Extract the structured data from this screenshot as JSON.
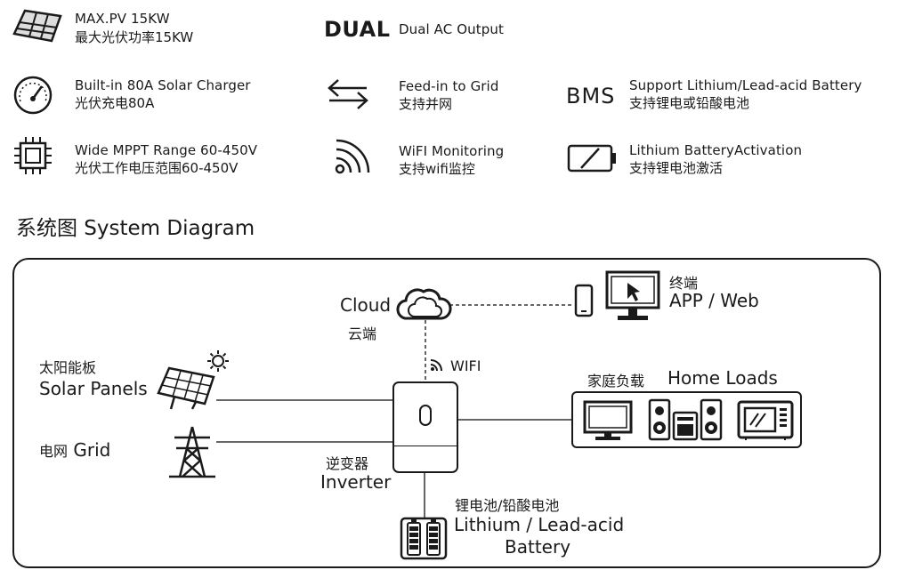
{
  "features": {
    "pv_max": {
      "en": "MAX.PV 15KW",
      "cn": "最大光伏功率15KW",
      "icon": "solar-panel-icon"
    },
    "dual": {
      "badge": "DUAL",
      "text": "Dual AC Output"
    },
    "charger": {
      "en": "Built-in 80A Solar Charger",
      "cn": "光伏充电80A",
      "icon": "gauge-icon"
    },
    "grid_feed": {
      "en": "Feed-in to Grid",
      "cn": "支持并网",
      "icon": "bidirectional-arrows-icon"
    },
    "bms": {
      "badge": "BMS",
      "en": "Support Lithium/Lead-acid Battery",
      "cn": "支持锂电或铅酸电池"
    },
    "mppt": {
      "en": "Wide MPPT Range 60-450V",
      "cn": "光伏工作电压范围60-450V",
      "icon": "chip-icon"
    },
    "wifi": {
      "en": "WiFI Monitoring",
      "cn": "支持wifi监控",
      "icon": "wifi-icon"
    },
    "activation": {
      "en": "Lithium BatteryActivation",
      "cn": "支持锂电池激活",
      "icon": "battery-icon"
    }
  },
  "diagram": {
    "title": "系统图 System Diagram",
    "cloud": {
      "en": "Cloud",
      "cn": "云端"
    },
    "terminal": {
      "cn": "终端",
      "en": "APP / Web"
    },
    "wifi_label": "WIFI",
    "solar": {
      "cn": "太阳能板",
      "en": "Solar Panels"
    },
    "grid": {
      "cn": "电网",
      "en": "Grid"
    },
    "inverter": {
      "cn": "逆变器",
      "en": "Inverter"
    },
    "home_loads": {
      "cn": "家庭负载",
      "en": "Home Loads"
    },
    "battery": {
      "cn": "锂电池/铅酸电池",
      "en_line1": "Lithium / Lead-acid",
      "en_line2": "Battery"
    }
  }
}
